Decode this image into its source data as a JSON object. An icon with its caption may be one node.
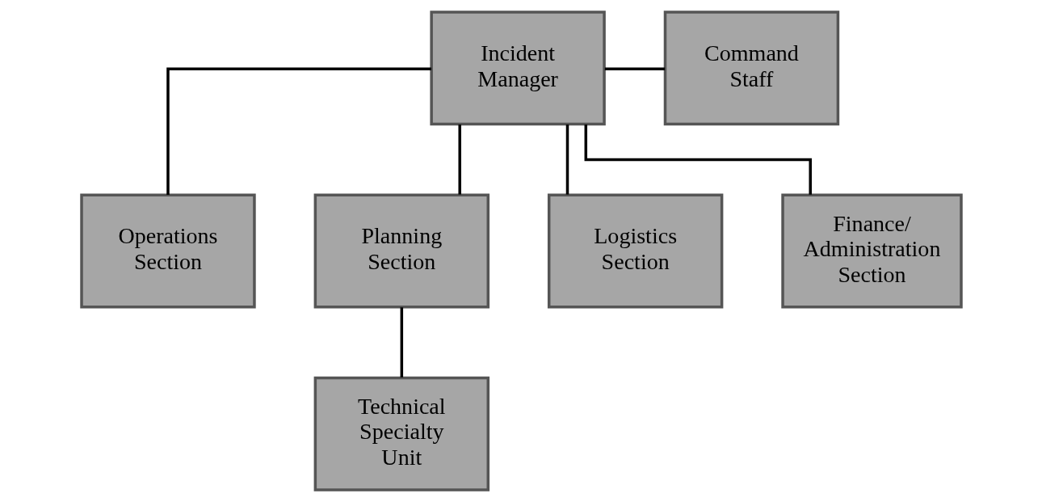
{
  "diagram": {
    "nodes": [
      {
        "text": [
          "Incident Manager"
        ]
      },
      {
        "text": [
          "Command Staff"
        ]
      },
      {
        "text": [
          "Operations Section"
        ]
      },
      {
        "text": [
          "Planning Section"
        ]
      },
      {
        "text": [
          "Logistics Section"
        ]
      },
      {
        "text": [
          "Finance/ Administration Section"
        ]
      },
      {
        "text": [
          "Technical Specialty Unit"
        ]
      }
    ],
    "edges": [
      {
        "from": 0,
        "to": 1,
        "arrow": "none"
      },
      {
        "from": 0,
        "to": 2,
        "arrow": "none"
      },
      {
        "from": 0,
        "to": 3,
        "arrow": "none"
      },
      {
        "from": 0,
        "to": 4,
        "arrow": "none"
      },
      {
        "from": 0,
        "to": 5,
        "arrow": "none"
      },
      {
        "from": 3,
        "to": 6,
        "arrow": "none"
      }
    ]
  }
}
